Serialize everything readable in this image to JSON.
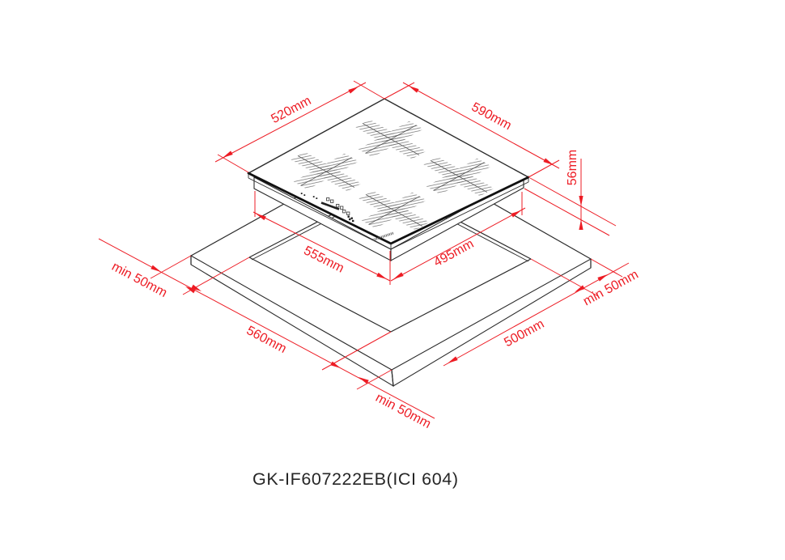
{
  "diagram": {
    "model_number": "GK-IF607222EB(ICI 604)",
    "colors": {
      "dimension_red": "#ED1C24",
      "drawing_black": "#2b2b2b",
      "background": "#ffffff"
    },
    "labels": {
      "cooktop_depth": "520mm",
      "cooktop_width": "590mm",
      "cooktop_height": "56mm",
      "body_depth": "555mm",
      "body_width": "495mm",
      "cutout_depth": "560mm",
      "cutout_width": "500mm",
      "clearance_left": "min 50mm",
      "clearance_right": "min 50mm",
      "clearance_front": "min 50mm"
    },
    "control_panel_icons": [
      "touch-dot-keys",
      "touch-dot-keys",
      "slider-bar",
      "zone-keys",
      "zone-keys",
      "zone-keys",
      "zone-key-grid"
    ],
    "brand_stripe": "logo-stripe"
  }
}
